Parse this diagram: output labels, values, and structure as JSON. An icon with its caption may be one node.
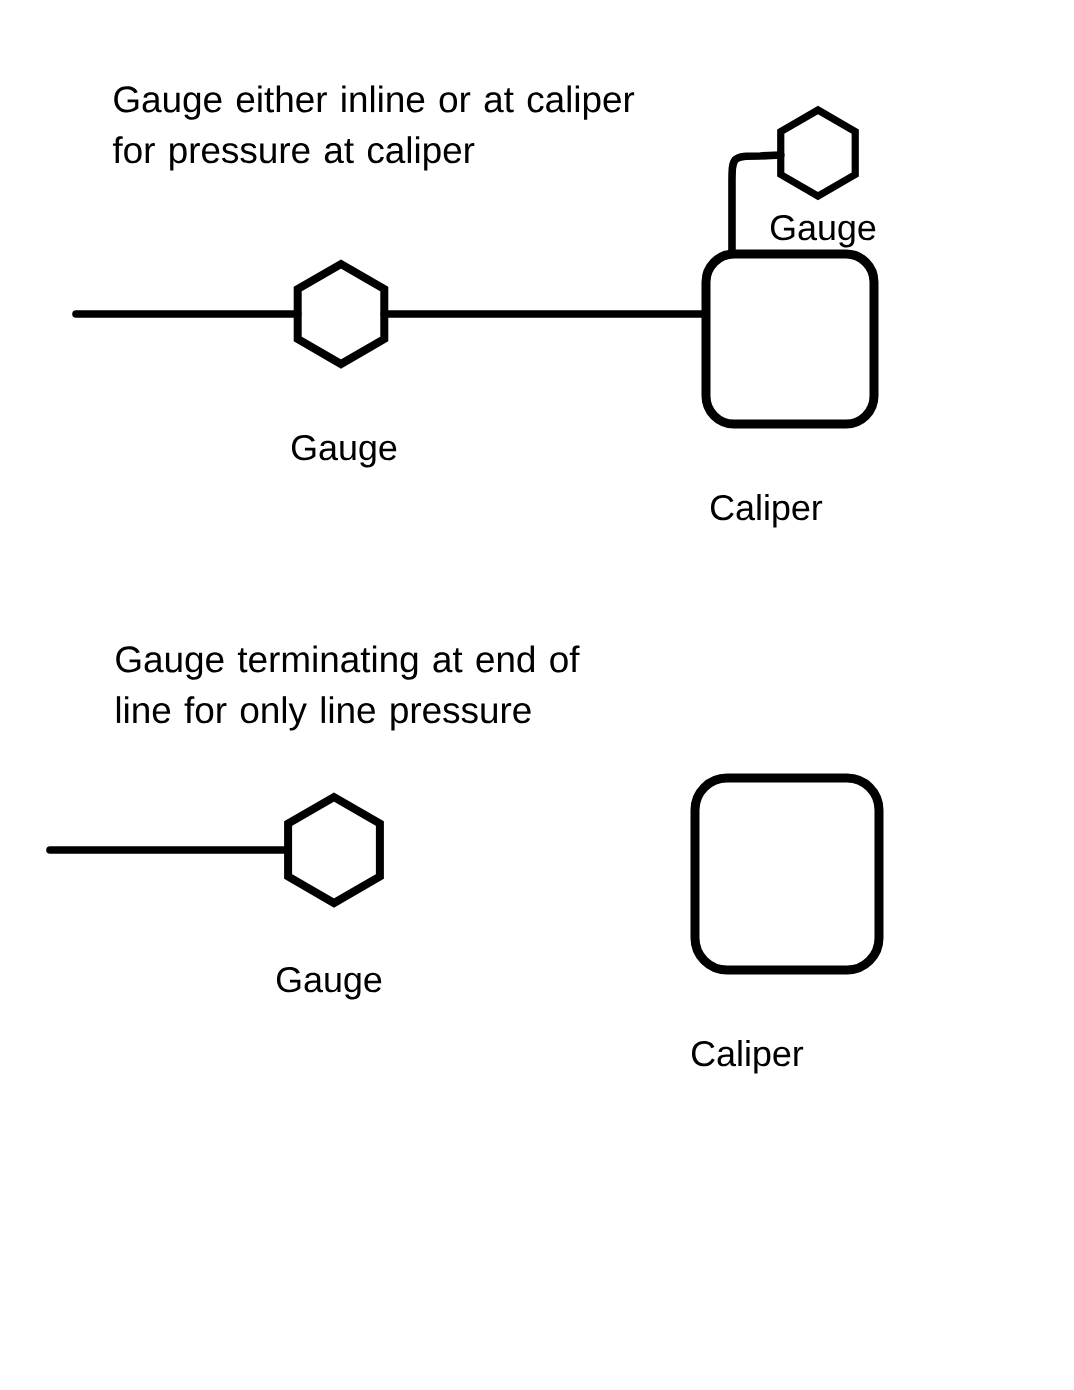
{
  "diagram": {
    "nodes": [
      {
        "text": [
          "Gauge"
        ]
      },
      {
        "text": [
          "Gauge"
        ]
      },
      {
        "text": [
          "Caliper"
        ]
      },
      {
        "text": [
          "Gauge"
        ]
      },
      {
        "text": [
          "Caliper"
        ]
      }
    ],
    "edges": [
      {
        "from": null,
        "to": 1,
        "arrow": "none"
      },
      {
        "from": 1,
        "to": 2,
        "arrow": "none"
      },
      {
        "from": 0,
        "to": 2,
        "arrow": "none"
      },
      {
        "from": null,
        "to": 3,
        "arrow": "none"
      }
    ],
    "labels": [
      "Gauge either inline or at caliper for pressure at caliper",
      "Gauge terminating at end of line for only line pressure"
    ]
  }
}
